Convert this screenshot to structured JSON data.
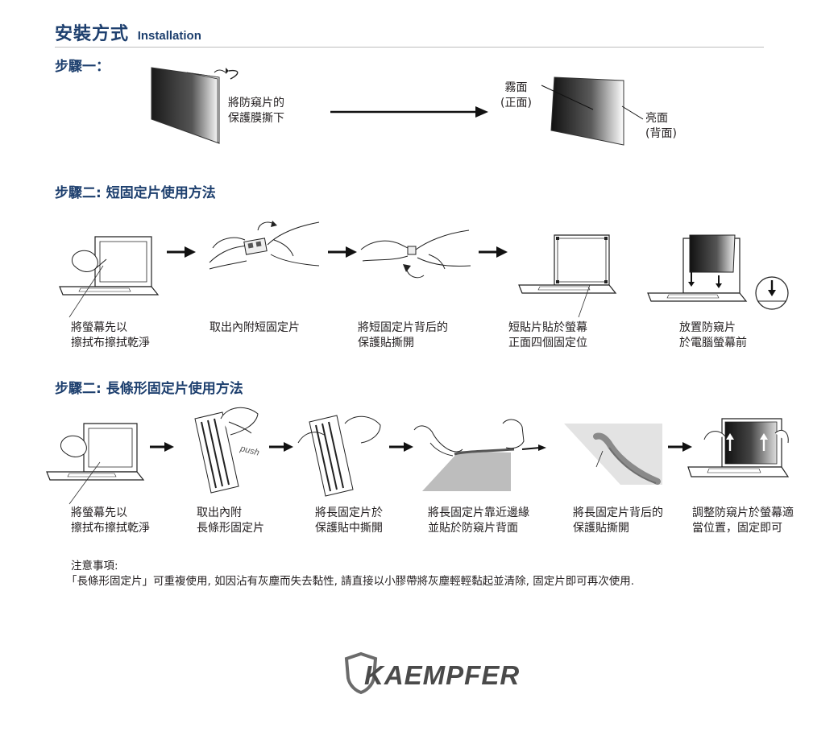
{
  "header": {
    "title_zh": "安裝方式",
    "title_en": "Installation"
  },
  "step1": {
    "label": "步驟一：",
    "caption": "將防窺片的\n保護膜撕下",
    "matte_label": "霧面\n(正面)",
    "glossy_label": "亮面\n(背面)"
  },
  "step2a": {
    "label": "步驟二: 短固定片使用方法",
    "captions": [
      "將螢幕先以\n擦拭布擦拭乾淨",
      "取出內附短固定片",
      "將短固定片背后的\n保護貼撕開",
      "短貼片貼於螢幕\n正面四個固定位",
      "放置防窺片\n於電腦螢幕前"
    ]
  },
  "step2b": {
    "label": "步驟二: 長條形固定片使用方法",
    "push_label": "push",
    "captions": [
      "將螢幕先以\n擦拭布擦拭乾淨",
      "取出內附\n長條形固定片",
      "將長固定片於\n保護貼中撕開",
      "將長固定片靠近邊緣\n並貼於防窺片背面",
      "將長固定片背后的\n保護貼撕開",
      "調整防窺片於螢幕適\n當位置，固定即可"
    ]
  },
  "notes": {
    "heading": "注意事項:",
    "text": "「長條形固定片」可重複使用, 如因沾有灰塵而失去黏性, 請直接以小膠帶將灰塵輕輕黏起並清除, 固定片即可再次使用."
  },
  "brand": {
    "name": "KAEMPFER"
  },
  "colors": {
    "heading": "#1d3f6e",
    "text": "#231f20",
    "logo": "#4a4a4a"
  }
}
